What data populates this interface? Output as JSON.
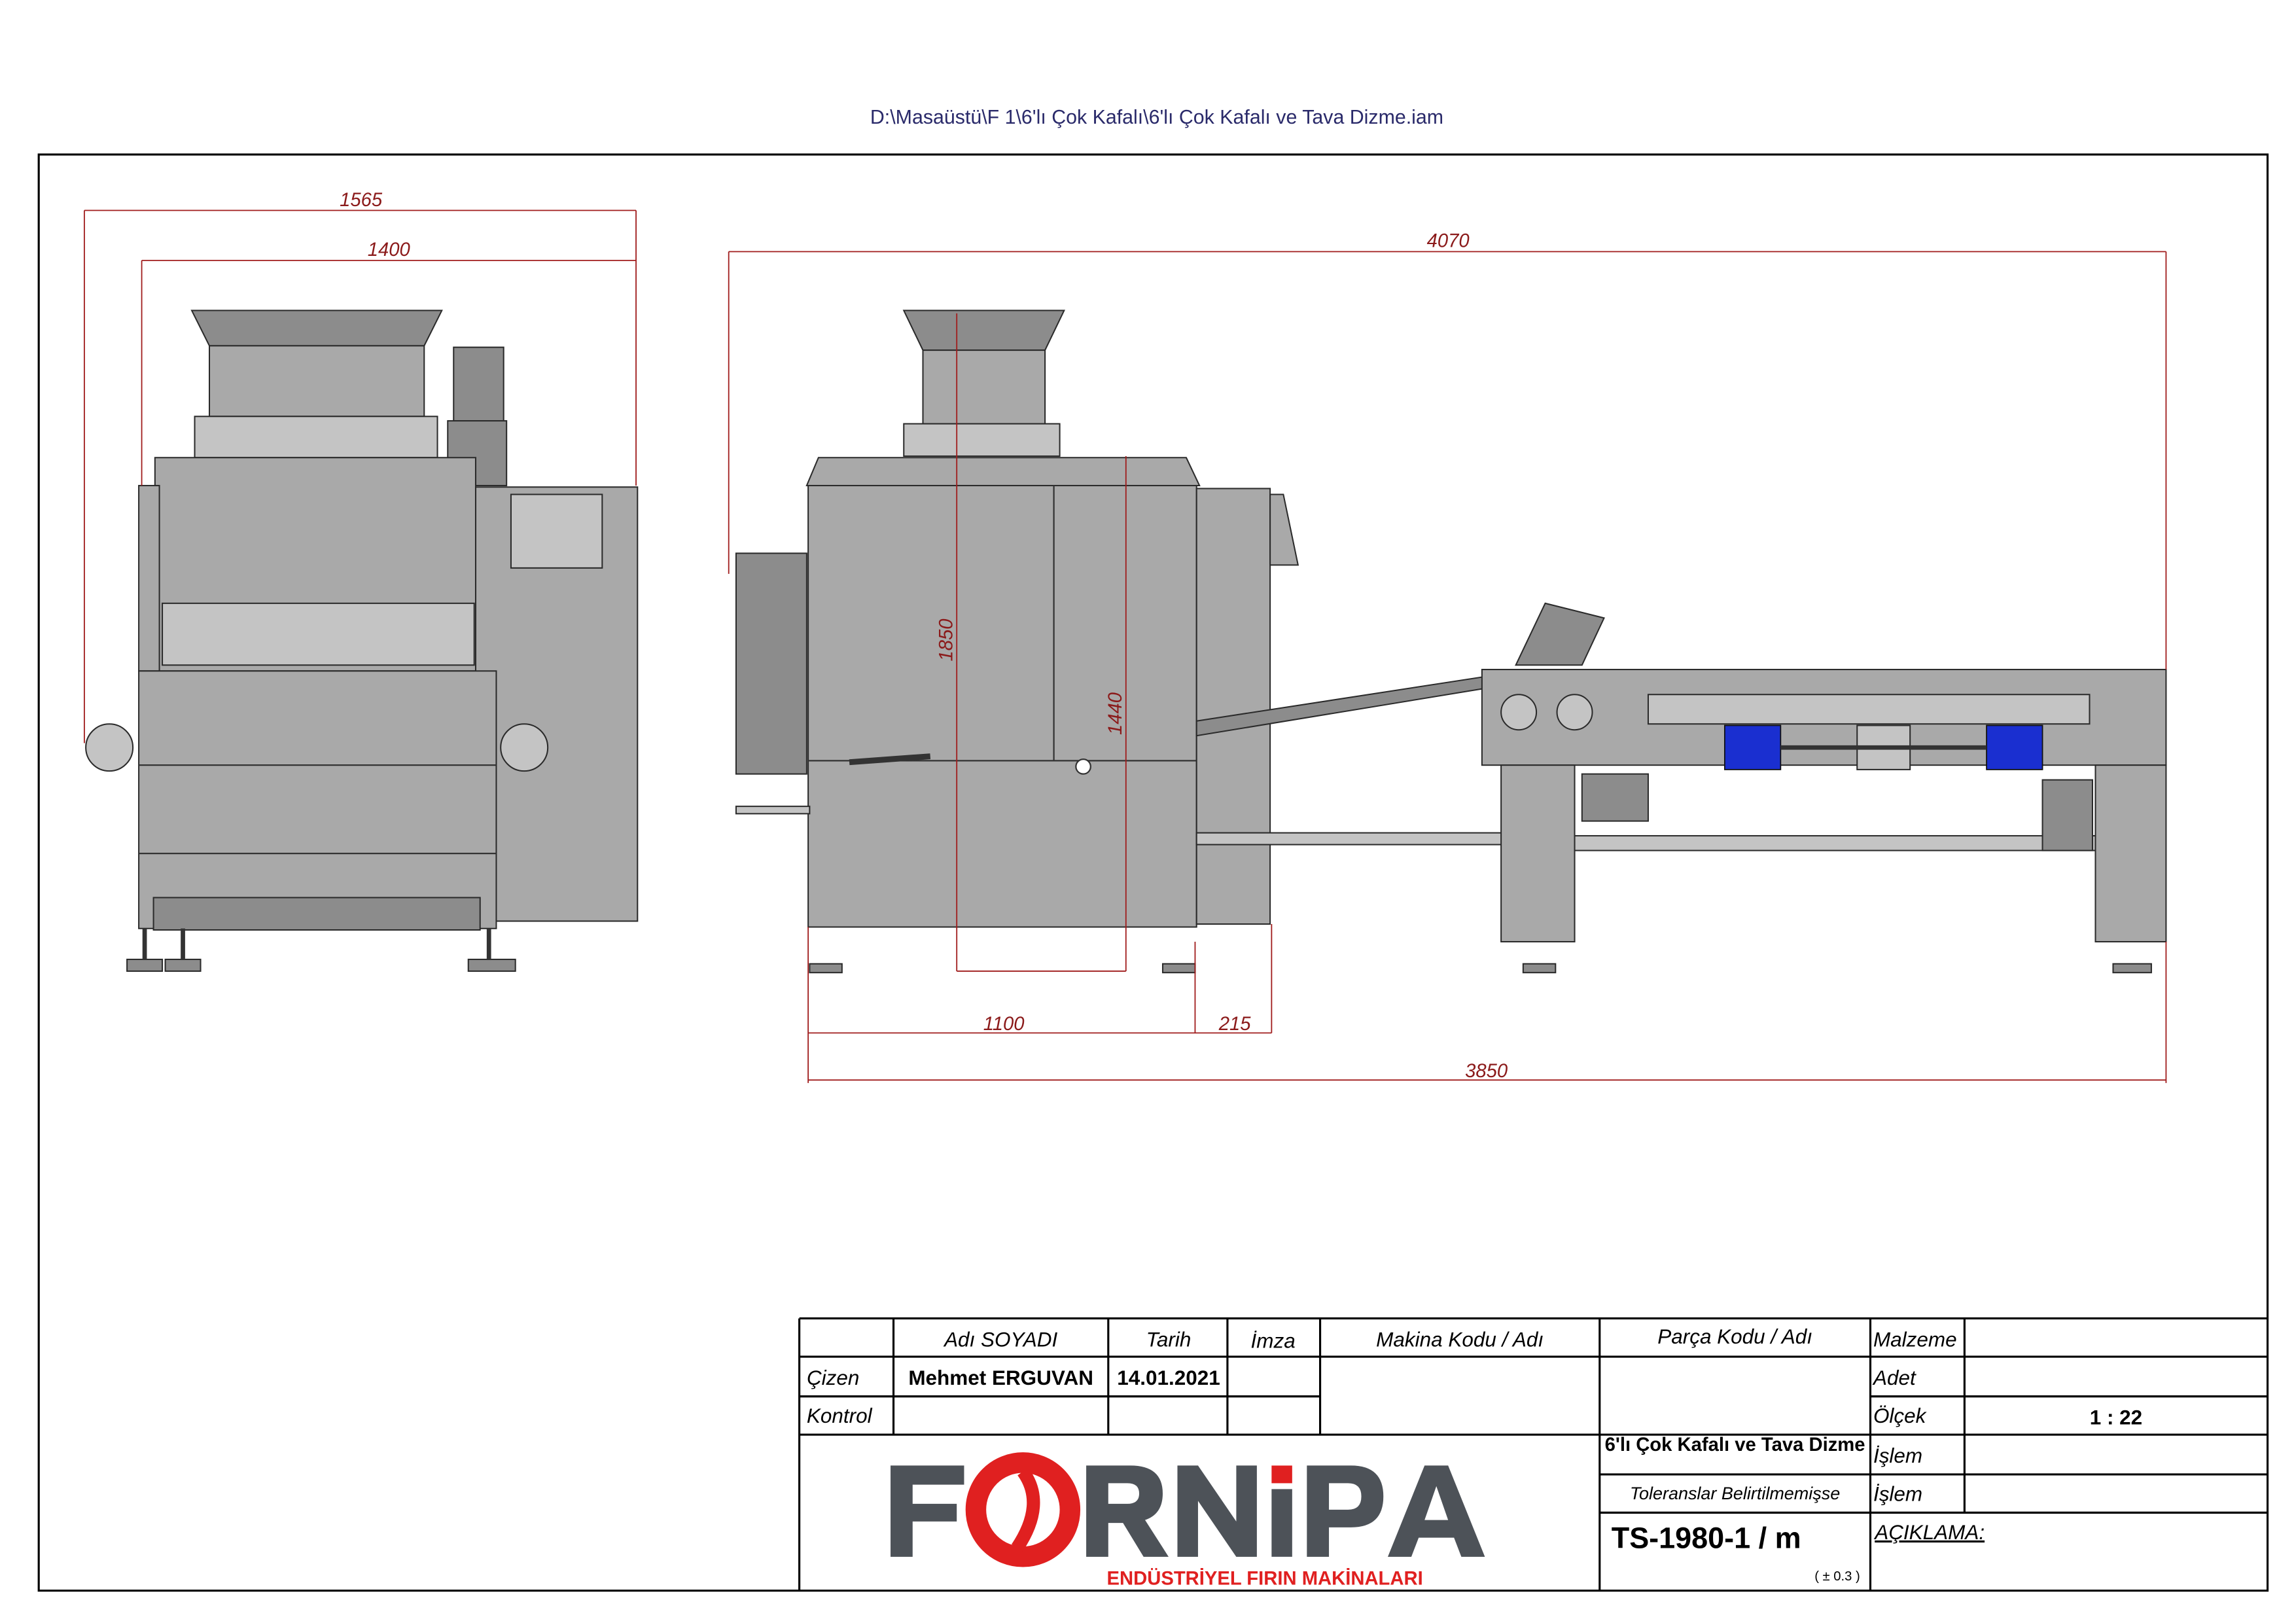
{
  "file_path": "D:\\Masaüstü\\F 1\\6'lı Çok Kafalı\\6'lı Çok Kafalı ve Tava Dizme.iam",
  "dimensions": {
    "front_outer_width": "1565",
    "front_inner_width": "1400",
    "side_total_length": "4070",
    "height_total": "1850",
    "height_body": "1440",
    "body_depth": "1100",
    "panel_depth": "215",
    "base_length": "3850"
  },
  "title_block": {
    "headers": {
      "name": "Adı SOYADI",
      "date": "Tarih",
      "signature": "İmza",
      "machine": "Makina Kodu / Adı",
      "part": "Parça Kodu / Adı",
      "material": "Malzeme"
    },
    "rows": {
      "drawn_label": "Çizen",
      "drawn_name": "Mehmet ERGUVAN",
      "drawn_date": "14.01.2021",
      "check_label": "Kontrol"
    },
    "quantity_label": "Adet",
    "scale_label": "Ölçek",
    "scale_value": "1 : 22",
    "process1_label": "İşlem",
    "process2_label": "İşlem",
    "part_name": "6'lı Çok Kafalı ve Tava Dizme",
    "tolerance_label": "Toleranslar Belirtilmemişse",
    "standard": "TS-1980-1 / m",
    "tolerance_value": "( ± 0.3 )",
    "notes_label": "AÇIKLAMA:"
  },
  "logo": {
    "brand": "FORNIPA",
    "tagline": "ENDÜSTRİYEL FIRIN MAKİNALARI",
    "gray": "#4d5258",
    "red": "#e02020"
  }
}
